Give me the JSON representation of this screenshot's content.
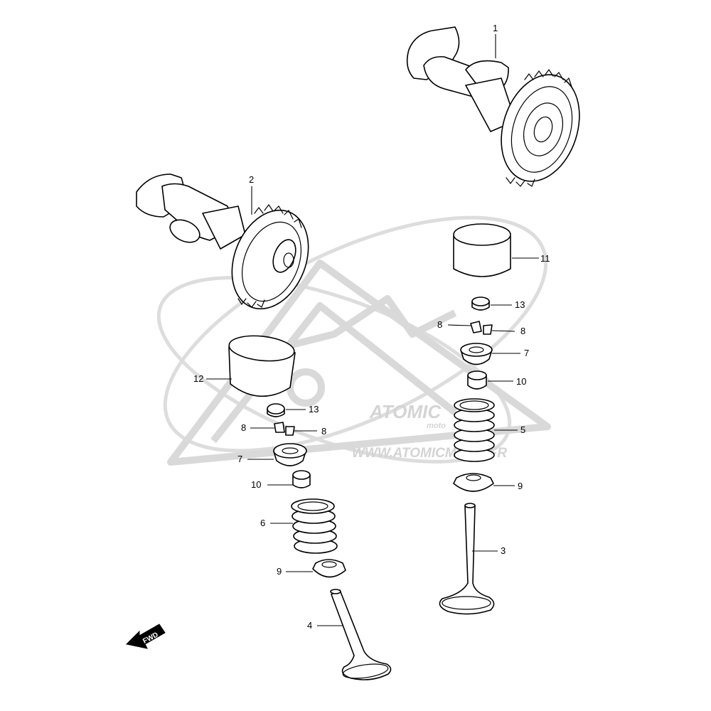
{
  "colors": {
    "line": "#000000",
    "watermark": "#d9d9d9",
    "background": "#ffffff"
  },
  "watermark": {
    "brand": "ATOMIC",
    "sub": "moto",
    "url": "WWW.ATOMICMOTO.FR"
  },
  "fwd_label": "FWD",
  "callouts": {
    "c1": "1",
    "c2": "2",
    "c3": "3",
    "c4": "4",
    "c5": "5",
    "c6": "6",
    "c7r": "7",
    "c7l": "7",
    "c8a": "8",
    "c8b": "8",
    "c8c": "8",
    "c8d": "8",
    "c9r": "9",
    "c9l": "9",
    "c10r": "10",
    "c10l": "10",
    "c11": "11",
    "c12": "12",
    "c13r": "13",
    "c13l": "13"
  }
}
